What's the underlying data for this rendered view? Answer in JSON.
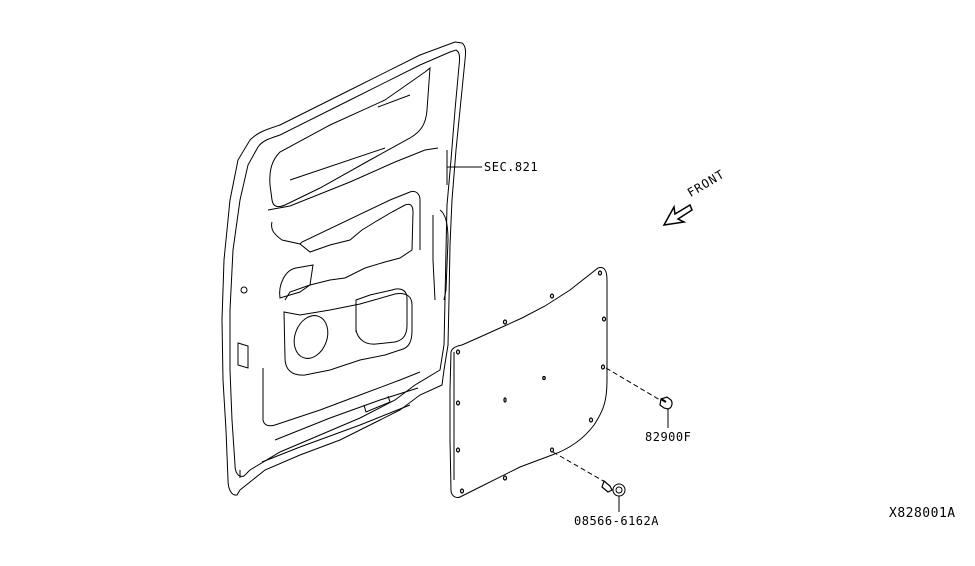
{
  "diagram": {
    "type": "exploded-parts-diagram",
    "subject": "Rear door inner trim panel",
    "labels": {
      "section_ref": "SEC.821",
      "direction": "FRONT",
      "clip_part": "82900F",
      "screw_part": "08566-6162A",
      "diagram_id": "X828001A"
    },
    "parts": [
      {
        "id": "door-panel",
        "callout": "SEC.821"
      },
      {
        "id": "trim-board",
        "callout": ""
      },
      {
        "id": "clip",
        "callout": "82900F"
      },
      {
        "id": "screw",
        "callout": "08566-6162A"
      }
    ],
    "colors": {
      "line": "#000000",
      "background": "#ffffff"
    }
  }
}
